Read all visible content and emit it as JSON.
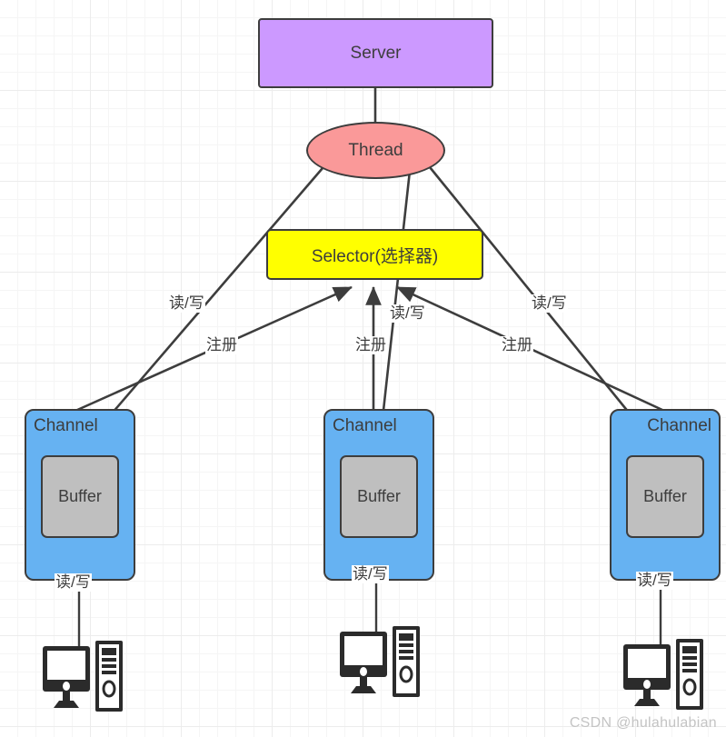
{
  "diagram": {
    "title": "NIO Server Selector Channel Buffer architecture",
    "colors": {
      "server_fill": "#cc99ff",
      "thread_fill": "#fa9999",
      "selector_fill": "#ffff00",
      "channel_fill": "#66b2f2",
      "buffer_fill": "#bfbfbf",
      "stroke": "#3d3d3d",
      "grid": "#ececec",
      "watermark": "#c4c4c4"
    },
    "nodes": {
      "server": {
        "label": "Server"
      },
      "thread": {
        "label": "Thread"
      },
      "selector": {
        "label": "Selector(选择器)"
      }
    },
    "channels": [
      {
        "label": "Channel",
        "buffer_label": "Buffer",
        "align": "left"
      },
      {
        "label": "Channel",
        "buffer_label": "Buffer",
        "align": "left"
      },
      {
        "label": "Channel",
        "buffer_label": "Buffer",
        "align": "right"
      }
    ],
    "edge_labels": {
      "read_write": "读/写",
      "register": "注册"
    },
    "edges": [
      {
        "from": "thread",
        "to": "buffer-left",
        "label": "读/写"
      },
      {
        "from": "thread",
        "to": "buffer-middle",
        "label": "读/写"
      },
      {
        "from": "thread",
        "to": "buffer-right",
        "label": "读/写"
      },
      {
        "from": "channel-left",
        "to": "selector",
        "label": "注册"
      },
      {
        "from": "channel-middle",
        "to": "selector",
        "label": "注册"
      },
      {
        "from": "channel-right",
        "to": "selector",
        "label": "注册"
      },
      {
        "from": "server",
        "to": "thread",
        "label": ""
      },
      {
        "from": "buffer-left",
        "to": "client-left",
        "label": "读/写"
      },
      {
        "from": "buffer-middle",
        "to": "client-middle",
        "label": "读/写"
      },
      {
        "from": "buffer-right",
        "to": "client-right",
        "label": "读/写"
      }
    ],
    "clients": [
      {
        "name": "client-computer-left"
      },
      {
        "name": "client-computer-middle"
      },
      {
        "name": "client-computer-right"
      }
    ],
    "watermark": "CSDN @hulahulabian"
  }
}
